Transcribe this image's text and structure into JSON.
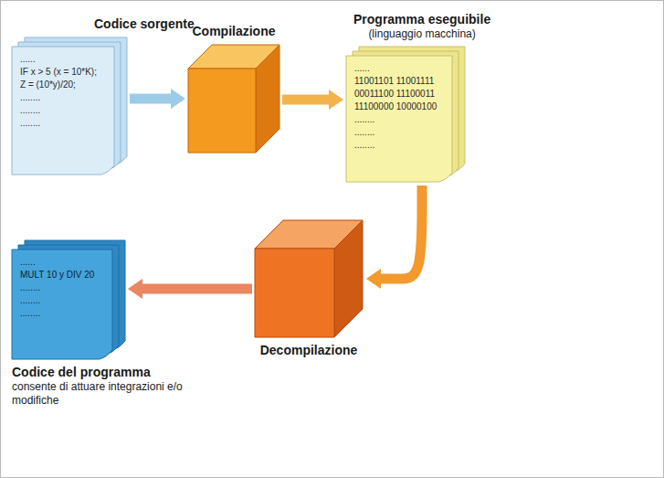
{
  "diagram": {
    "nodes": [
      {
        "text": [
          "Codice sorgente",
          "......",
          "IF x > 5 (x = 10*K);",
          "Z = (10*y)/20;",
          "........",
          "........",
          "........"
        ]
      },
      {
        "text": [
          "Compilazione"
        ]
      },
      {
        "text": [
          "Programma eseguibile",
          "(linguaggio macchina)",
          "......",
          "11001101 11001111",
          "00011100 11100011",
          "11100000 10000100",
          "........",
          "........",
          "........"
        ]
      },
      {
        "text": [
          "Decompilazione"
        ]
      },
      {
        "text": [
          "......",
          "MULT 10 y DIV 20",
          "........",
          "........",
          "........",
          "Codice del programma",
          "consente di attuare integrazioni e/o modifiche"
        ]
      }
    ],
    "edges": [
      {
        "from": 0,
        "to": 1,
        "arrow": "to"
      },
      {
        "from": 1,
        "to": 2,
        "arrow": "to"
      },
      {
        "from": 2,
        "to": 3,
        "arrow": "to"
      },
      {
        "from": 3,
        "to": 4,
        "arrow": "to"
      }
    ]
  }
}
